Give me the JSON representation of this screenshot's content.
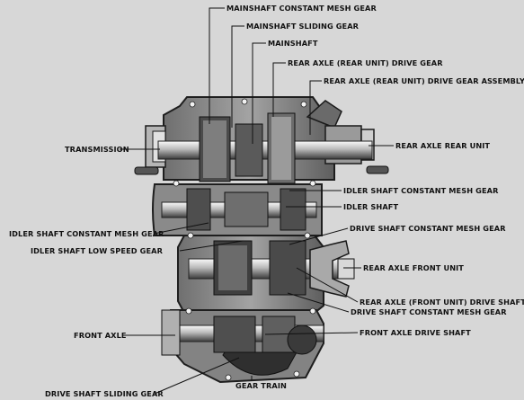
{
  "labels": {
    "mainshaft_constant_mesh_gear": "MAINSHAFT CONSTANT MESH GEAR",
    "mainshaft_sliding_gear": "MAINSHAFT SLIDING GEAR",
    "mainshaft": "MAINSHAFT",
    "rear_axle_rear_unit_drive_gear": "REAR AXLE (REAR UNIT) DRIVE GEAR",
    "rear_axle_rear_unit_drive_gear_assembly": "REAR AXLE (REAR UNIT) DRIVE GEAR ASSEMBLY",
    "transmission": "TRANSMISSION",
    "rear_axle_rear_unit": "REAR AXLE REAR UNIT",
    "idler_shaft_constant_mesh_gear_right": "IDLER SHAFT CONSTANT MESH GEAR",
    "idler_shaft": "IDLER SHAFT",
    "drive_shaft_constant_mesh_gear_upper": "DRIVE SHAFT CONSTANT MESH GEAR",
    "idler_shaft_constant_mesh_gear_left": "IDLER SHAFT CONSTANT MESH GEAR",
    "idler_shaft_low_speed_gear": "IDLER SHAFT LOW SPEED GEAR",
    "rear_axle_front_unit": "REAR AXLE FRONT UNIT",
    "rear_axle_front_unit_drive_shaft": "REAR AXLE (FRONT UNIT) DRIVE SHAFT",
    "drive_shaft_constant_mesh_gear_lower": "DRIVE SHAFT CONSTANT MESH GEAR",
    "front_axle": "FRONT AXLE",
    "front_axle_drive_shaft": "FRONT AXLE DRIVE SHAFT",
    "drive_shaft_sliding_gear": "DRIVE SHAFT SLIDING GEAR",
    "gear_train": "GEAR TRAIN"
  },
  "colors": {
    "background": "#d7d7d7",
    "housing": "#8e8e8e",
    "shadow": "#2a2a2a",
    "metal_light": "#e6e6e6",
    "leader": "#111111"
  }
}
